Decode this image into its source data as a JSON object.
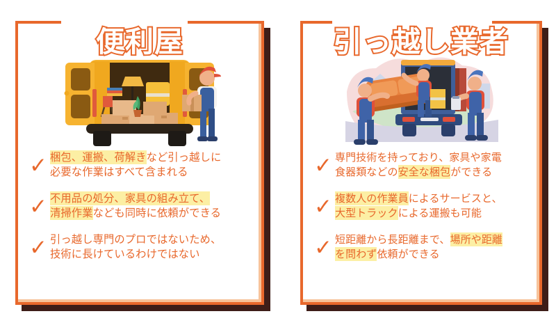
{
  "theme": {
    "accent": "#e8682c",
    "highlight": "#fcefa4",
    "shadow": "#3d1d18",
    "inner_band": "#f7c39a",
    "background": "#ffffff"
  },
  "panels": [
    {
      "id": "handyman",
      "title": "便利屋",
      "illustration_name": "yellow-van-loaded-with-boxes-and-worker",
      "check_icon": "✓",
      "items": [
        {
          "lines": [
            [
              {
                "t": "梱包、運搬、荷解き",
                "hl": true
              },
              {
                "t": "など引っ越しに",
                "hl": false
              }
            ],
            [
              {
                "t": "必要な作業はすべて含まれる",
                "hl": false
              }
            ]
          ]
        },
        {
          "lines": [
            [
              {
                "t": "不用品の処分、家具の組み立て、",
                "hl": true
              }
            ],
            [
              {
                "t": "清掃作業",
                "hl": true
              },
              {
                "t": "なども同時に依頼ができる",
                "hl": false
              }
            ]
          ]
        },
        {
          "lines": [
            [
              {
                "t": "引っ越し専門のプロではないため、",
                "hl": false
              }
            ],
            [
              {
                "t": "技術に長けているわけではない",
                "hl": false
              }
            ]
          ]
        }
      ]
    },
    {
      "id": "moving-company",
      "title": "引っ越し業者",
      "illustration_name": "movers-carrying-sofa-into-blue-truck",
      "check_icon": "✓",
      "items": [
        {
          "lines": [
            [
              {
                "t": "専門技術を持っており、家具や家電",
                "hl": false
              }
            ],
            [
              {
                "t": "食器類などの",
                "hl": false
              },
              {
                "t": "安全な梱包",
                "hl": true
              },
              {
                "t": "ができる",
                "hl": false
              }
            ]
          ]
        },
        {
          "lines": [
            [
              {
                "t": "複数人の作業員",
                "hl": true
              },
              {
                "t": "によるサービスと、",
                "hl": false
              }
            ],
            [
              {
                "t": "大型トラック",
                "hl": true
              },
              {
                "t": "による運搬も可能",
                "hl": false
              }
            ]
          ]
        },
        {
          "lines": [
            [
              {
                "t": "短距離から長距離まで、",
                "hl": false
              },
              {
                "t": "場所や距離",
                "hl": true
              }
            ],
            [
              {
                "t": "を問わず",
                "hl": true
              },
              {
                "t": "依頼ができる",
                "hl": false
              }
            ]
          ]
        }
      ]
    }
  ]
}
